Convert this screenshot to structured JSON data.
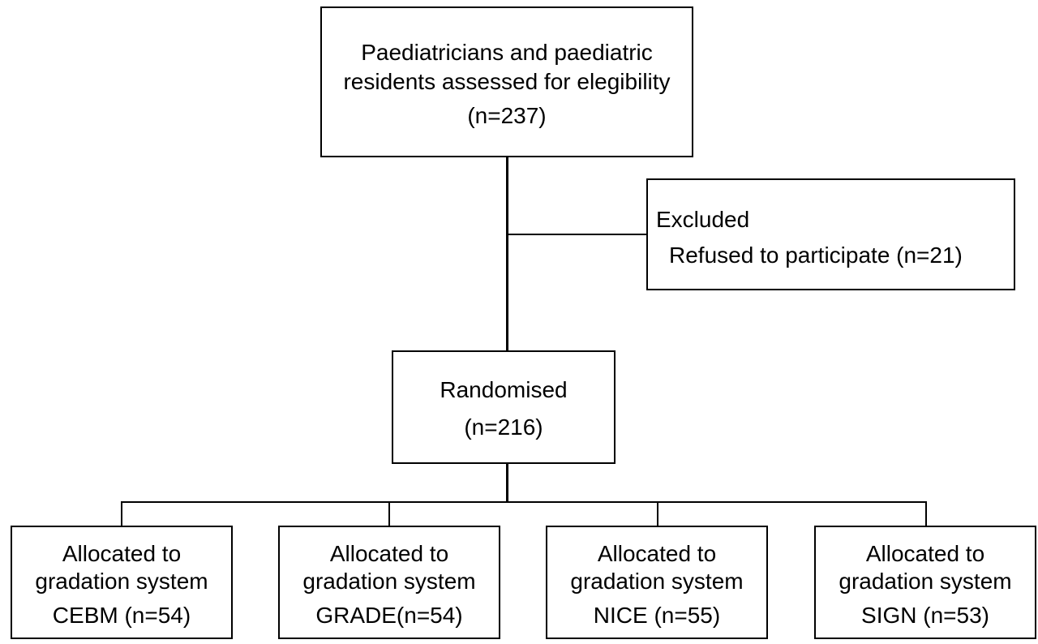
{
  "assessed": {
    "line1": "Paediatricians and paediatric",
    "line2": "residents assessed for elegibility",
    "count": "(n=237)"
  },
  "excluded": {
    "title": "Excluded",
    "reason": "Refused to participate (n=21)"
  },
  "randomised": {
    "title": "Randomised",
    "count": "(n=216)"
  },
  "allocations": [
    {
      "line1": "Allocated to",
      "line2": "gradation system",
      "line3": "CEBM (n=54)"
    },
    {
      "line1": "Allocated to",
      "line2": "gradation system",
      "line3": "GRADE(n=54)"
    },
    {
      "line1": "Allocated to",
      "line2": "gradation system",
      "line3": "NICE (n=55)"
    },
    {
      "line1": "Allocated to",
      "line2": "gradation system",
      "line3": "SIGN (n=53)"
    }
  ]
}
